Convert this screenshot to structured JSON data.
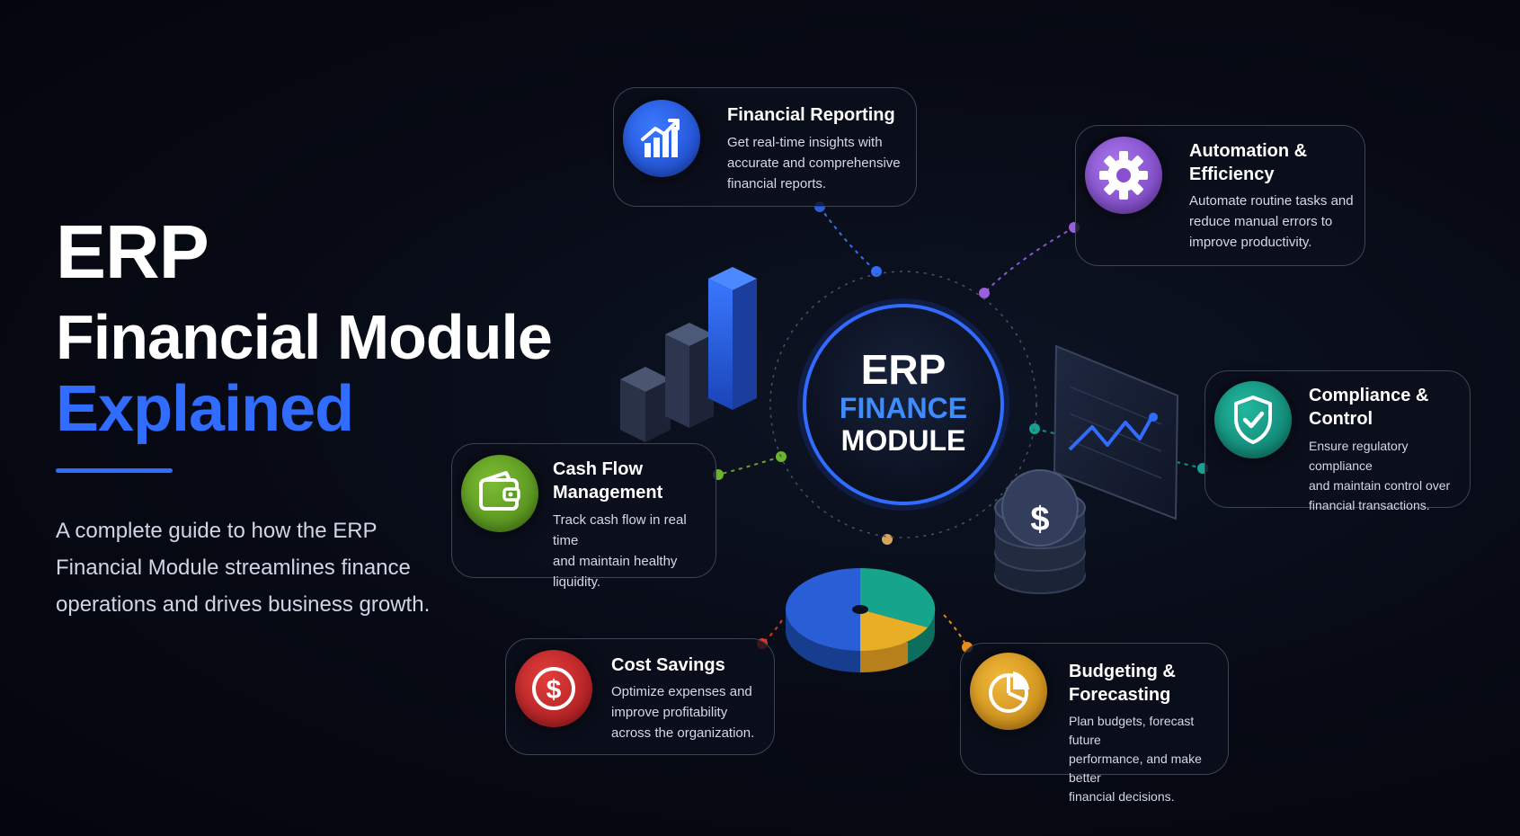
{
  "hero": {
    "line1": "ERP",
    "line2": "Financial Module",
    "line3": "Explained",
    "description": "A complete guide to how the ERP Financial Module streamlines finance operations and drives business growth."
  },
  "hub": {
    "line1": "ERP",
    "line2": "FINANCE",
    "line3": "MODULE"
  },
  "cards": [
    {
      "key": "financial-reporting",
      "title": "Financial Reporting",
      "description": "Get real-time insights with\naccurate and comprehensive\nfinancial reports.",
      "icon": "bar-chart-icon",
      "color": "#1f5be8"
    },
    {
      "key": "automation-efficiency",
      "title": "Automation &\nEfficiency",
      "description": "Automate routine tasks and\nreduce manual errors to\nimprove productivity.",
      "icon": "gear-icon",
      "color": "#8a4fd1"
    },
    {
      "key": "compliance-control",
      "title": "Compliance &\nControl",
      "description": "Ensure regulatory compliance\nand maintain control over\nfinancial transactions.",
      "icon": "shield-check-icon",
      "color": "#14907e"
    },
    {
      "key": "cash-flow-management",
      "title": "Cash Flow\nManagement",
      "description": "Track cash flow in real time\nand maintain healthy\nliquidity.",
      "icon": "wallet-icon",
      "color": "#5e9e1f"
    },
    {
      "key": "cost-savings",
      "title": "Cost Savings",
      "description": "Optimize expenses and\nimprove profitability\nacross the organization.",
      "icon": "dollar-icon",
      "color": "#c9262b"
    },
    {
      "key": "budgeting-forecasting",
      "title": "Budgeting &\nForecasting",
      "description": "Plan budgets, forecast future\nperformance, and make better\nfinancial decisions.",
      "icon": "pie-chart-icon",
      "color": "#e0a21c"
    }
  ],
  "colors": {
    "accent": "#2f6cff",
    "background": "#070a14",
    "hub_ring": "#2f6cff",
    "hub_text_accent": "#3f8cff"
  }
}
